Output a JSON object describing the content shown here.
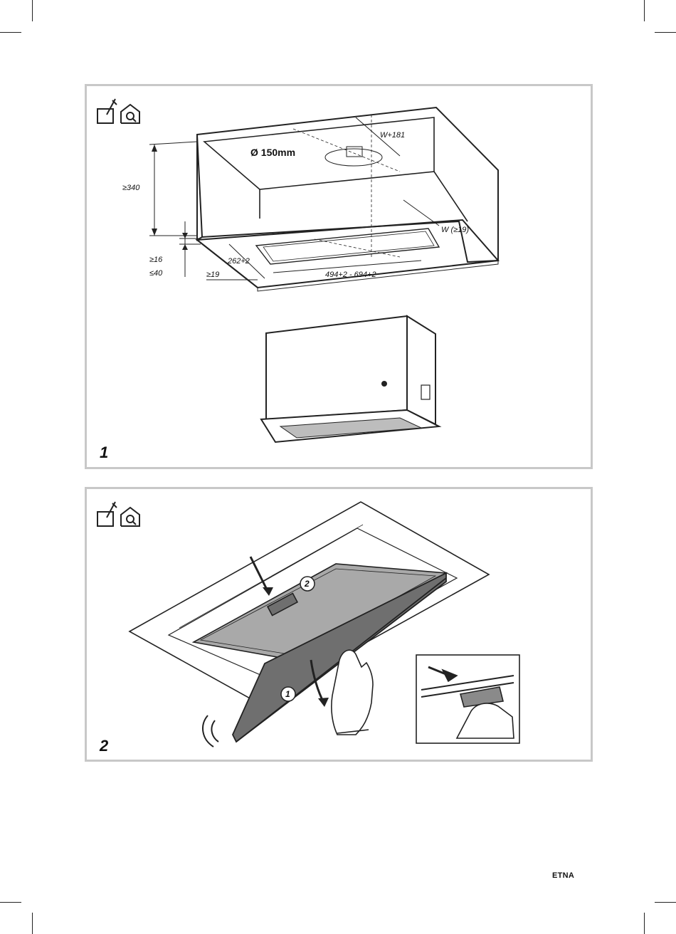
{
  "figure1": {
    "number": "1",
    "dims": {
      "diameter": "Ø 150mm",
      "w181": "W+181",
      "h340": "≥340",
      "w19": "W (≥19)",
      "d16": "≥16",
      "d40": "≤40",
      "d19": "≥19",
      "d262": "262+2",
      "d494": "494+2 - 694+2"
    }
  },
  "figure2": {
    "number": "2",
    "steps": [
      "1",
      "2"
    ]
  },
  "brand": "ETNA",
  "colors": {
    "panel_border": "#c8c8c8",
    "line": "#222222",
    "filter_fill": "#a9a9a9",
    "dark_fill": "#6f6f6f"
  }
}
